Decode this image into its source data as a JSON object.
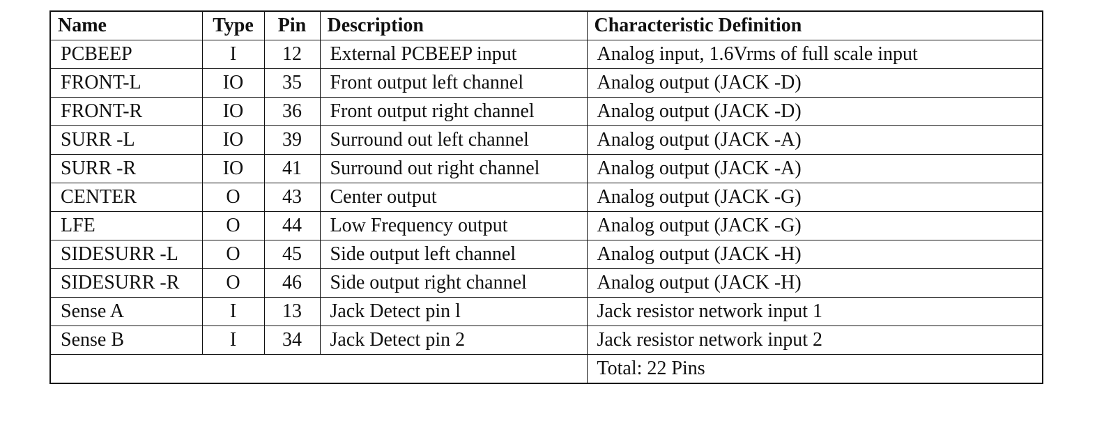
{
  "table": {
    "headers": {
      "name": "Name",
      "type": "Type",
      "pin": "Pin",
      "description": "Description",
      "characteristic": "Characteristic Definition"
    },
    "rows": [
      {
        "name": "PCBEEP",
        "type": "I",
        "pin": "12",
        "description": "External PCBEEP input",
        "characteristic": "Analog input, 1.6Vrms of full scale input"
      },
      {
        "name": "FRONT-L",
        "type": "IO",
        "pin": "35",
        "description": "Front output left channel",
        "characteristic": "Analog output (JACK -D)"
      },
      {
        "name": "FRONT-R",
        "type": "IO",
        "pin": "36",
        "description": "Front output right channel",
        "characteristic": "Analog output (JACK -D)"
      },
      {
        "name": "SURR -L",
        "type": "IO",
        "pin": "39",
        "description": "Surround out left channel",
        "characteristic": "Analog output (JACK -A)"
      },
      {
        "name": "SURR -R",
        "type": "IO",
        "pin": "41",
        "description": "Surround out right channel",
        "characteristic": "Analog output (JACK -A)"
      },
      {
        "name": "CENTER",
        "type": "O",
        "pin": "43",
        "description": "Center output",
        "characteristic": "Analog output (JACK -G)"
      },
      {
        "name": "LFE",
        "type": "O",
        "pin": "44",
        "description": "Low Frequency output",
        "characteristic": "Analog output (JACK -G)"
      },
      {
        "name": "SIDESURR -L",
        "type": "O",
        "pin": "45",
        "description": "Side output left channel",
        "characteristic": "Analog output (JACK -H)"
      },
      {
        "name": "SIDESURR -R",
        "type": "O",
        "pin": "46",
        "description": "Side output right channel",
        "characteristic": "Analog output (JACK -H)"
      },
      {
        "name": "Sense A",
        "type": "I",
        "pin": "13",
        "description": "Jack Detect pin l",
        "characteristic": "Jack resistor network input 1"
      },
      {
        "name": "Sense B",
        "type": "I",
        "pin": "34",
        "description": "Jack Detect pin 2",
        "characteristic": "Jack resistor network input 2"
      }
    ],
    "total": "Total: 22 Pins"
  }
}
